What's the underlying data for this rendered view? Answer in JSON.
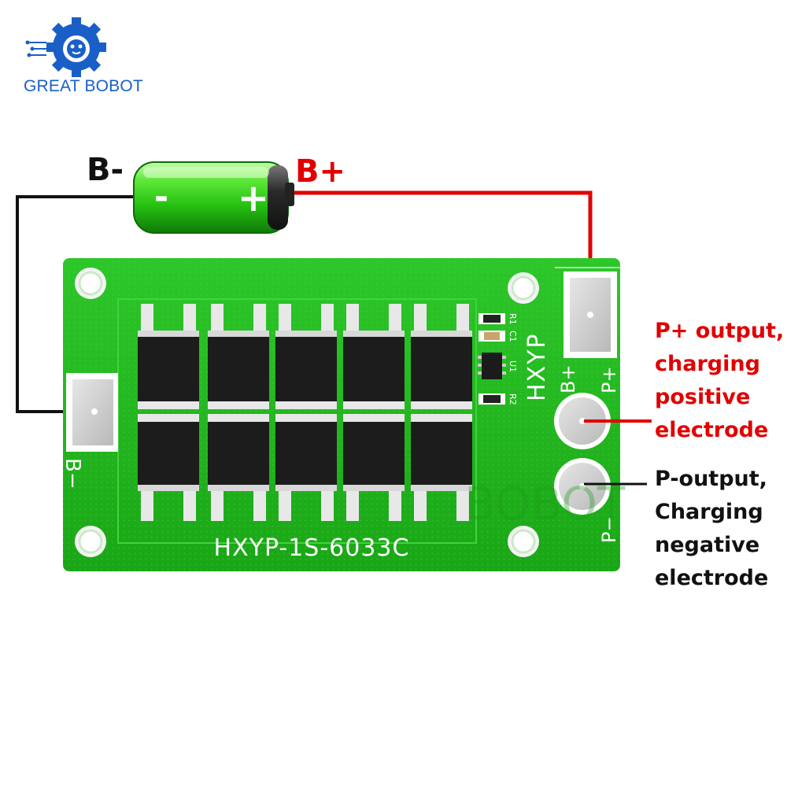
{
  "brand": {
    "name": "GREAT BOBOT",
    "logo_icon": "gear-robot-icon",
    "color": "#1a5fc8"
  },
  "battery": {
    "neg_label": "B-",
    "pos_label": "B+",
    "minus_symbol": "-",
    "plus_symbol": "+"
  },
  "board": {
    "model": "HXYP-1S-6033C",
    "side_text": "HXYP",
    "pad_bminus": "B−",
    "pad_bplus": "B+",
    "pad_pplus": "P+",
    "pad_pminus": "P−",
    "comp_r1": "R1",
    "comp_c1": "C1",
    "comp_u1": "U1",
    "comp_r2": "R2",
    "watermark": "BOBOT",
    "pcb_color": "#22b81e"
  },
  "callouts": {
    "pplus_lines": [
      "P+ output,",
      "charging",
      "positive",
      "electrode"
    ],
    "pminus_lines": [
      "P-output,",
      "Charging",
      "negative",
      "electrode"
    ]
  },
  "colors": {
    "positive_wire": "#e00000",
    "negative_wire": "#111111"
  }
}
